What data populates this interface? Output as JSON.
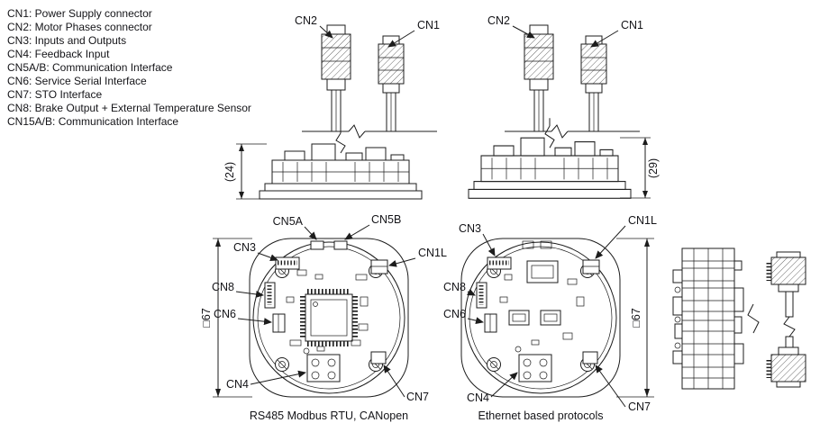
{
  "colors": {
    "line": "#1c1c1c",
    "text": "#141418",
    "background": "#ffffff"
  },
  "legend": {
    "items": [
      "CN1: Power Supply connector",
      "CN2: Motor Phases connector",
      "CN3: Inputs and Outputs",
      "CN4: Feedback Input",
      "CN5A/B: Communication Interface",
      "CN6: Service Serial Interface",
      "CN7: STO Interface",
      "CN8: Brake Output + External Temperature Sensor",
      "CN15A/B: Communication Interface"
    ]
  },
  "asm1": {
    "cn2": "CN2",
    "cn1": "CN1"
  },
  "asm2": {
    "cn2": "CN2",
    "cn1": "CN1"
  },
  "side1": {
    "dim": "(24)"
  },
  "side2": {
    "dim": "(29)"
  },
  "board_left": {
    "caption": "RS485 Modbus RTU, CANopen",
    "dim": "□67",
    "labels": {
      "cn5a": "CN5A",
      "cn5b": "CN5B",
      "cn3": "CN3",
      "cn1l": "CN1L",
      "cn8": "CN8",
      "cn6": "CN6",
      "cn4": "CN4",
      "cn7": "CN7"
    }
  },
  "board_right": {
    "caption": "Ethernet based protocols",
    "dim": "□67",
    "labels": {
      "cn3": "CN3",
      "cn1l": "CN1L",
      "cn8": "CN8",
      "cn6": "CN6",
      "cn4": "CN4",
      "cn7": "CN7"
    }
  }
}
